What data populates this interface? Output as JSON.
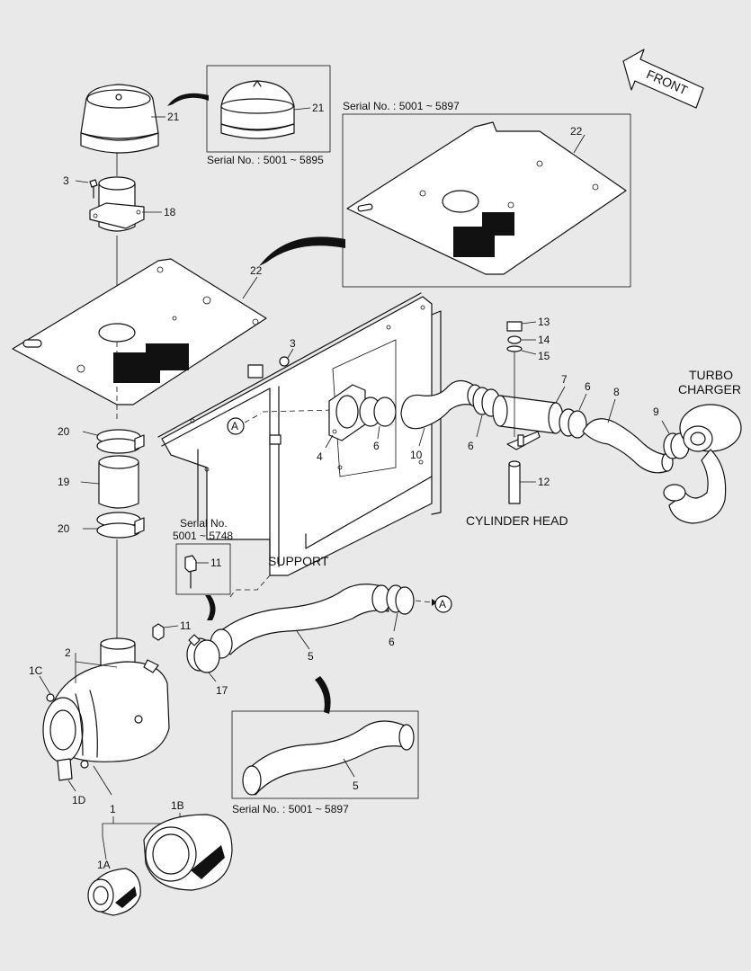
{
  "front_label": "FRONT",
  "callouts": {
    "c21_top": "21",
    "c21_inset": "21",
    "c3_top": "3",
    "c18": "18",
    "c22_main": "22",
    "c22_inset": "22",
    "c3_mid": "3",
    "c20_top": "20",
    "c19": "19",
    "c20_bot": "20",
    "c4": "4",
    "c6_a": "6",
    "c10": "10",
    "c6_b": "6",
    "c7": "7",
    "c6_c": "6",
    "c8": "8",
    "c9": "9",
    "c13": "13",
    "c14": "14",
    "c15": "15",
    "c12": "12",
    "c11_inset": "11",
    "c11": "11",
    "c2": "2",
    "c1C": "1C",
    "c17": "17",
    "c5": "5",
    "c6_d": "6",
    "c5_inset": "5",
    "c1D": "1D",
    "c1": "1",
    "c1B": "1B",
    "c1A": "1A",
    "marker_a1": "A",
    "marker_a2": "A"
  },
  "serials": {
    "s_5895": "Serial No. : 5001 ~ 5895",
    "s_5897_top": "Serial No. : 5001 ~ 5897",
    "s_5748_line1": "Serial No.",
    "s_5748_line2": "5001 ~ 5748",
    "s_5897_bot": "Serial No. : 5001 ~ 5897"
  },
  "text_labels": {
    "turbo_line1": "TURBO",
    "turbo_line2": "CHARGER",
    "cylinder_head": "CYLINDER HEAD",
    "support": "SUPPORT"
  }
}
